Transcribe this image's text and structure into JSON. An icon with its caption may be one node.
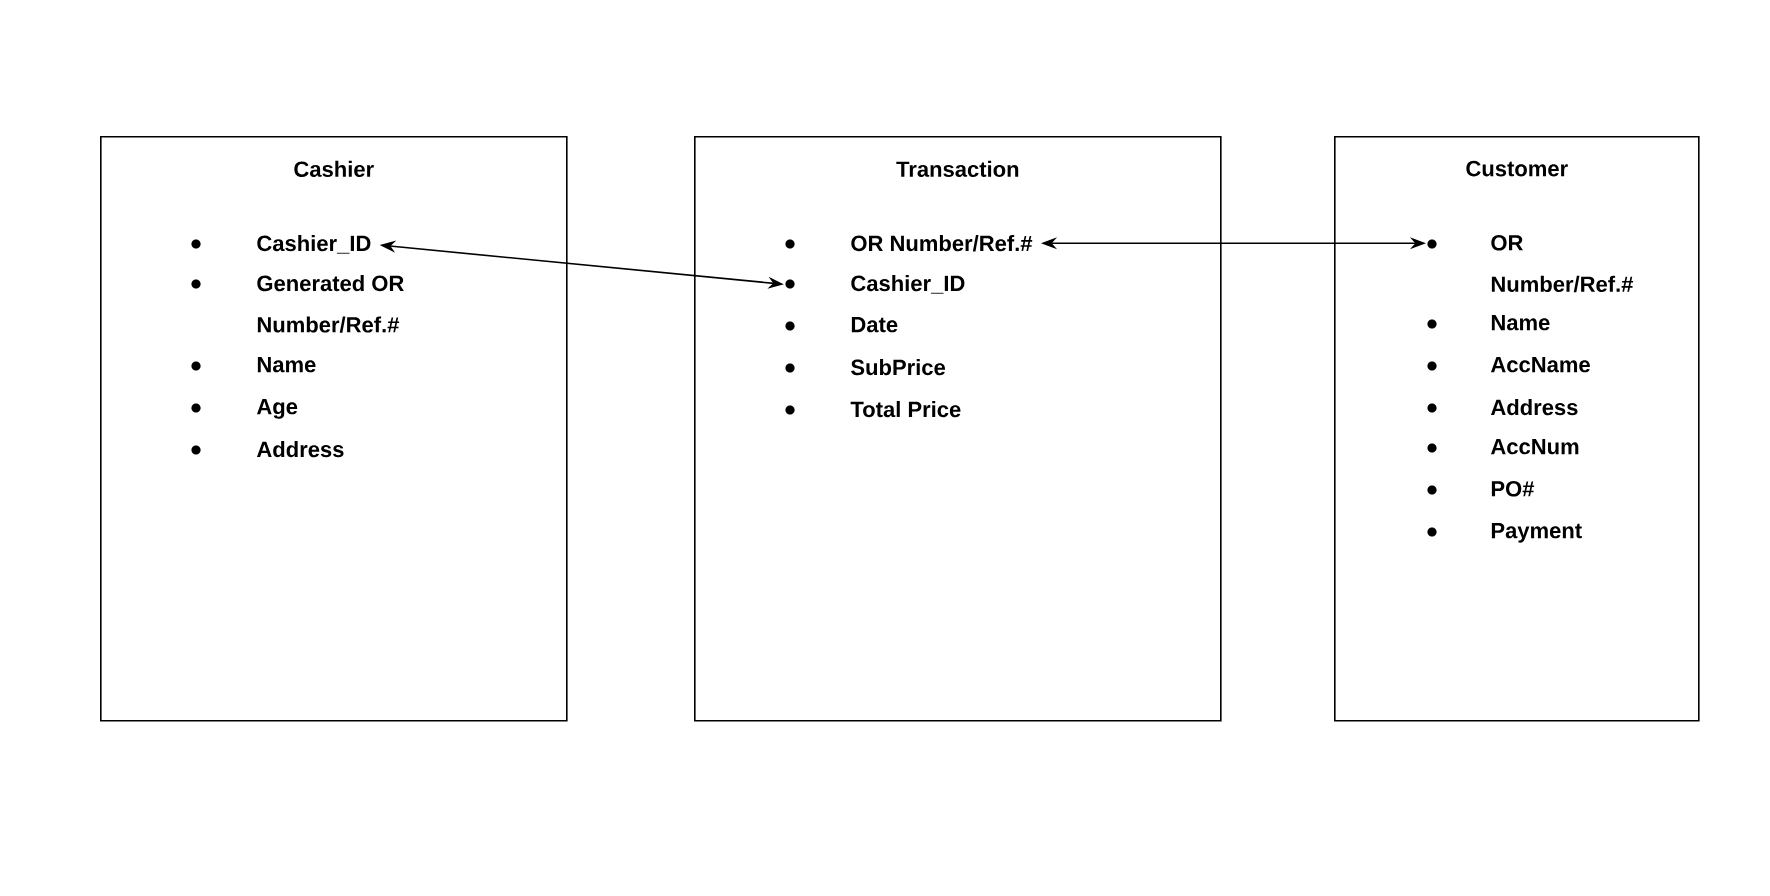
{
  "diagram": {
    "nodes": [
      {
        "text": [
          "Cashier"
        ]
      },
      {
        "text": [
          "Cashier_ID"
        ],
        "in": 0
      },
      {
        "text": [
          "Generated OR Number/Ref.#"
        ],
        "in": 0
      },
      {
        "text": [
          "Name"
        ],
        "in": 0
      },
      {
        "text": [
          "Age"
        ],
        "in": 0
      },
      {
        "text": [
          "Address"
        ],
        "in": 0
      },
      {
        "text": [
          "Transaction"
        ]
      },
      {
        "text": [
          "OR Number/Ref.#"
        ],
        "in": 6
      },
      {
        "text": [
          "Cashier_ID"
        ],
        "in": 6
      },
      {
        "text": [
          "Date"
        ],
        "in": 6
      },
      {
        "text": [
          "SubPrice"
        ],
        "in": 6
      },
      {
        "text": [
          "Total Price"
        ],
        "in": 6
      },
      {
        "text": [
          "Customer"
        ]
      },
      {
        "text": [
          "OR Number/Ref.#"
        ],
        "in": 12
      },
      {
        "text": [
          "Name"
        ],
        "in": 12
      },
      {
        "text": [
          "AccName"
        ],
        "in": 12
      },
      {
        "text": [
          "Address"
        ],
        "in": 12
      },
      {
        "text": [
          "AccNum"
        ],
        "in": 12
      },
      {
        "text": [
          "PO#"
        ],
        "in": 12
      },
      {
        "text": [
          "Payment"
        ],
        "in": 12
      }
    ],
    "edges": [
      {
        "from": 1,
        "to": 8,
        "arrow": "both"
      },
      {
        "from": 7,
        "to": 13,
        "arrow": "both"
      }
    ]
  }
}
